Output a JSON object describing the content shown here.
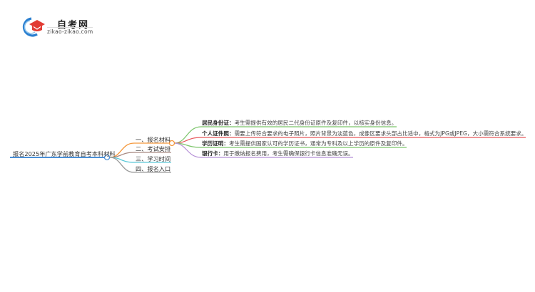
{
  "logo": {
    "title": "自考网",
    "url": "zikao-zikao.com",
    "icon": "graduation-cap-icon"
  },
  "mindmap": {
    "root": "报名2025年广东学前教育自考本科材料",
    "branches": [
      {
        "label": "一、报名材料",
        "color": "#f5973a"
      },
      {
        "label": "二、考试安排",
        "color": "#a88a82"
      },
      {
        "label": "三、学习时间",
        "color": "#5bc8d8"
      },
      {
        "label": "四、报名入口",
        "color": "#9a9a9a"
      }
    ],
    "materials": [
      {
        "term": "居民身份证",
        "sep": "：",
        "desc": "考生需提供有效的居民二代身份证原件及复印件，以核实身份信息。",
        "color": "#7cc56b"
      },
      {
        "term": "个人证件照",
        "sep": "：",
        "desc": "需要上传符合要求的电子照片，照片背景为淡蓝色，成像区要求头部占比适中，格式为JPG或JPEG，大小需符合系统要求。",
        "color": "#e8575b"
      },
      {
        "term": "学历证明",
        "sep": "：",
        "desc": "考生需提供国家认可的学历证书，通常为专科及以上学历的原件及复印件。",
        "color": "#7cc56b"
      },
      {
        "term": "银行卡",
        "sep": "：",
        "desc": "用于缴纳报名费用，考生需确保银行卡信息准确无误。",
        "color": "#b58fd6"
      }
    ]
  },
  "colors": {
    "root_line": "#4a8fd6",
    "node_circle": "#4a8fd6",
    "branch_circle": "#f5973a"
  }
}
